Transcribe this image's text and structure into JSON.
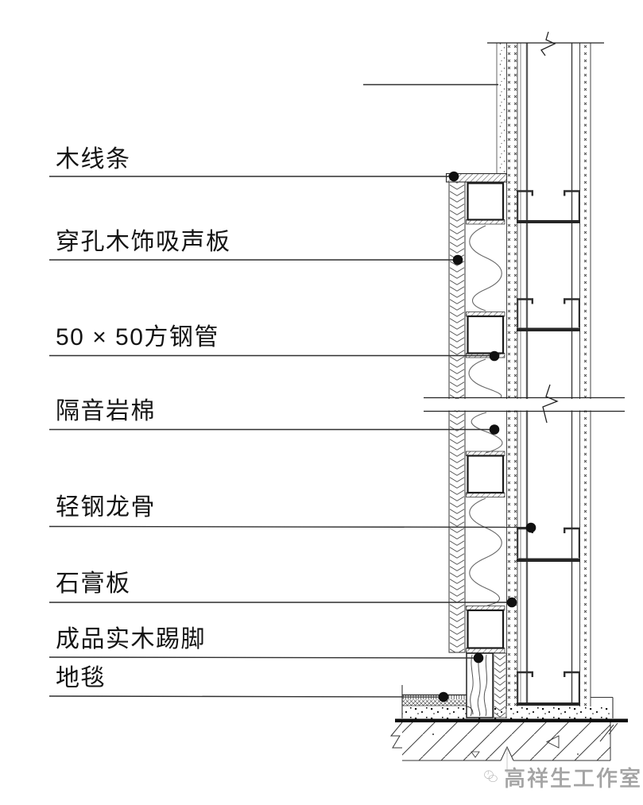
{
  "diagram": {
    "type": "architectural-wall-section-detail",
    "labels": [
      {
        "id": "wood-trim",
        "text": "木线条"
      },
      {
        "id": "perforated-wood-acoustic-panel",
        "text": "穿孔木饰吸声板"
      },
      {
        "id": "square-steel-tube",
        "text": "50 × 50方钢管"
      },
      {
        "id": "sound-insulation-rockwool",
        "text": "隔音岩棉"
      },
      {
        "id": "light-steel-keel",
        "text": "轻钢龙骨"
      },
      {
        "id": "gypsum-board",
        "text": "石膏板"
      },
      {
        "id": "finished-solid-wood-skirting",
        "text": "成品实木踢脚"
      },
      {
        "id": "carpet",
        "text": "地毯"
      }
    ],
    "watermark": {
      "text": "高祥生工作室"
    },
    "colors": {
      "background": "#ffffff",
      "line": "#2a2a2a",
      "leader-dot": "#101010",
      "watermark": "#a6a6a6"
    }
  }
}
